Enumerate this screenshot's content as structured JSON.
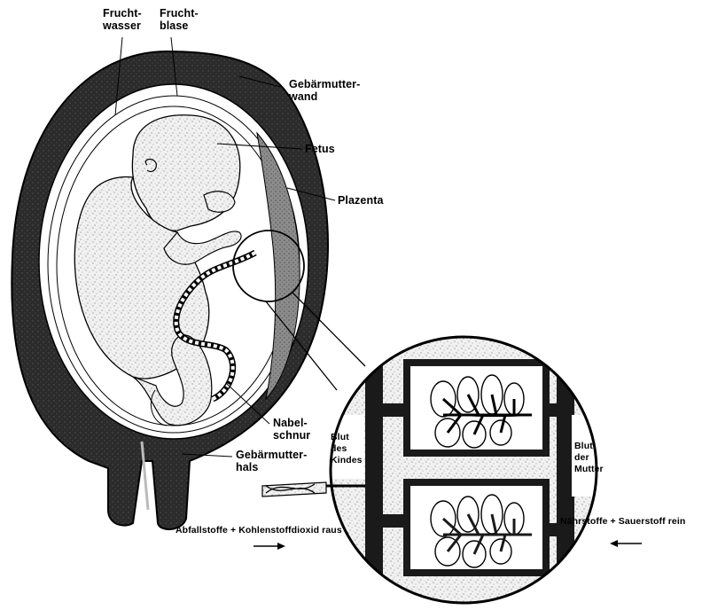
{
  "labels": {
    "fruchtwasser": [
      "Frucht-",
      "wasser"
    ],
    "fruchtblase": [
      "Frucht-",
      "blase"
    ],
    "gebaermutterwand": [
      "Gebärmutter-",
      "wand"
    ],
    "fetus": "Fetus",
    "plazenta": "Plazenta",
    "nabelschnur": [
      "Nabel-",
      "schnur"
    ],
    "gebaermutterhals": [
      "Gebärmutter-",
      "hals"
    ],
    "blut_des_kindes": [
      "Blut",
      "des",
      "Kindes"
    ],
    "blut_der_mutter": [
      "Blut",
      "der",
      "Mutter"
    ],
    "abfallstoffe": "Abfallstoffe + Kohlenstoffdioxid raus",
    "naehrstoffe": "Nährstoffe + Sauerstoff rein"
  }
}
